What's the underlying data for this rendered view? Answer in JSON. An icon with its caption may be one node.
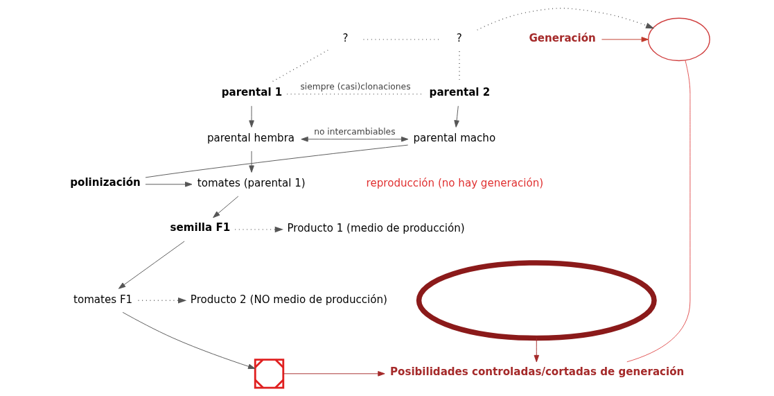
{
  "diagram": {
    "nodes": [
      {
        "text": [
          "?"
        ]
      },
      {
        "text": [
          "?"
        ]
      },
      {
        "text": [],
        "shape": "circle"
      },
      {
        "text": [
          "Generación"
        ]
      },
      {
        "text": [
          "parental 1"
        ]
      },
      {
        "text": [
          "parental 2"
        ]
      },
      {
        "text": [
          "parental hembra"
        ]
      },
      {
        "text": [
          "parental macho"
        ]
      },
      {
        "text": [
          "tomates (parental 1)"
        ]
      },
      {
        "text": [
          "polinización"
        ]
      },
      {
        "text": [],
        "shape": "ellipse"
      },
      {
        "text": [
          "semilla F1"
        ]
      },
      {
        "text": [
          "Producto 1 (medio de producción)"
        ]
      },
      {
        "text": [
          "tomates F1"
        ]
      },
      {
        "text": [
          "Producto 2 (NO medio de producción)"
        ]
      },
      {
        "text": [],
        "shape": "cross"
      },
      {
        "text": [
          "Posibilidades controladas/cortadas de generación"
        ]
      }
    ],
    "edges": [
      {
        "from": 0,
        "to": 4,
        "arrow": "none",
        "style": "dashed"
      },
      {
        "from": 1,
        "to": 5,
        "arrow": "none",
        "style": "dashed"
      },
      {
        "from": 0,
        "to": 1,
        "arrow": "none",
        "style": "dashed"
      },
      {
        "from": 1,
        "to": 2,
        "arrow": "to",
        "style": "dashed"
      },
      {
        "from": 3,
        "to": 2,
        "arrow": "to",
        "color": "#c0392b"
      },
      {
        "from": 4,
        "to": 5,
        "arrow": "none",
        "style": "dashed",
        "label": "siempre (casi)clonaciones"
      },
      {
        "from": 4,
        "to": 6,
        "arrow": "to"
      },
      {
        "from": 5,
        "to": 7,
        "arrow": "to"
      },
      {
        "from": 6,
        "to": 7,
        "arrow": "both",
        "label": "no intercambiables"
      },
      {
        "from": 6,
        "to": 8,
        "arrow": "to"
      },
      {
        "from": 7,
        "to": 9,
        "arrow": "none"
      },
      {
        "from": 9,
        "to": 8,
        "arrow": "to"
      },
      {
        "from": 8,
        "to": 11,
        "arrow": "to"
      },
      {
        "from": 11,
        "to": 12,
        "arrow": "to",
        "style": "dashed"
      },
      {
        "from": 11,
        "to": 13,
        "arrow": "to"
      },
      {
        "from": 13,
        "to": 14,
        "arrow": "to",
        "style": "dashed"
      },
      {
        "from": 13,
        "to": 15,
        "arrow": "to"
      },
      {
        "from": 15,
        "to": 16,
        "arrow": "to",
        "color": "#a52a2a"
      },
      {
        "from": 10,
        "to": 16,
        "arrow": "to",
        "color": "#a52a2a"
      },
      {
        "from": 2,
        "to": 16,
        "arrow": "none",
        "color": "#e05050"
      }
    ],
    "labels": [
      "reproducción (no hay generación)"
    ]
  }
}
